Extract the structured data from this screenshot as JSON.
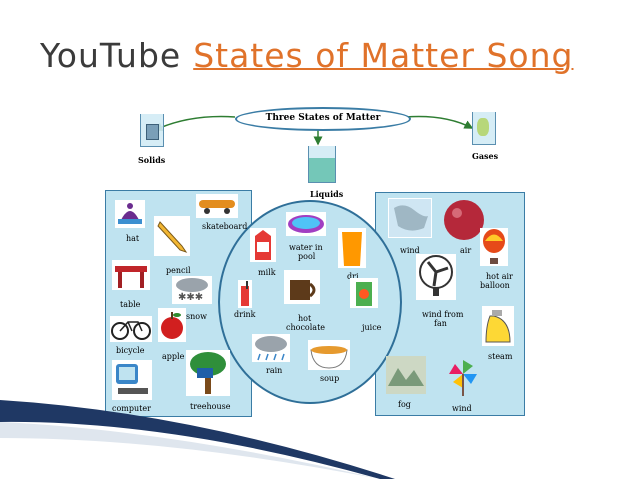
{
  "slide": {
    "title_prefix": "YouTube",
    "title_link": "States of Matter Song"
  },
  "diagram": {
    "center_label": "Three States of Matter",
    "states": {
      "solids": "Solids",
      "liquids": "Liquids",
      "gases": "Gases"
    },
    "solids_items": [
      "hat",
      "skateboard",
      "pencil",
      "table",
      "snow",
      "bicycle",
      "apple",
      "computer",
      "treehouse"
    ],
    "liquids_items": [
      "water in",
      "pool",
      "milk",
      "dri",
      "drink",
      "hot",
      "chocolate",
      "juice",
      "rain",
      "soup"
    ],
    "gases_items": [
      "wind",
      "air",
      "hot air",
      "balloon",
      "wind from",
      "fan",
      "steam",
      "fog",
      "wind"
    ]
  },
  "colors": {
    "title_gray": "#3b3b3b",
    "title_orange": "#e0722a",
    "panel_fill": "#bfe3f0",
    "panel_border": "#3a7ca5",
    "accent_navy": "#1f3864"
  }
}
